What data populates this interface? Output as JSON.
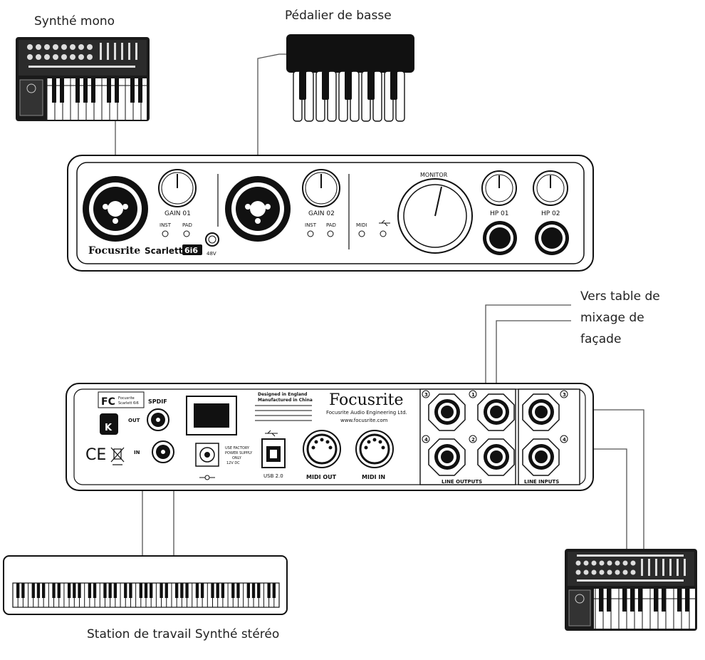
{
  "labels": {
    "mono_synth": "Synthé mono",
    "bass_pedal": "Pédalier de basse",
    "to_mixer_line1": "Vers table de",
    "to_mixer_line2": "mixage de",
    "to_mixer_line3": "façade",
    "workstation": "Station de travail Synthé stéréo"
  },
  "front_panel": {
    "brand": "Focusrite",
    "model": "Scarlett",
    "model_badge": "6i6",
    "gain1": "GAIN 01",
    "gain2": "GAIN 02",
    "inst": "INST",
    "pad": "PAD",
    "phantom": "48V",
    "midi": "MIDI",
    "monitor": "MONITOR",
    "hp1": "HP 01",
    "hp2": "HP 02"
  },
  "rear_panel": {
    "brand": "Focusrite",
    "company": "Focusrite Audio Engineering Ltd.",
    "website": "www.focusrite.com",
    "design_line1": "Designed in England",
    "design_line2": "Manufactured in China",
    "fc_line1": "Focusrite",
    "fc_line2": "Scarlett 6i6",
    "spdif": "SPDIF",
    "out": "OUT",
    "in": "IN",
    "power_line1": "USE FACTORY",
    "power_line2": "POWER SUPPLY",
    "power_line3": "ONLY",
    "power_line4": "12V DC",
    "usb": "USB 2.0",
    "midi_out": "MIDI OUT",
    "midi_in": "MIDI IN",
    "line_outputs": "LINE OUTPUTS",
    "line_inputs": "LINE INPUTS",
    "n1": "1",
    "n2": "2",
    "n3": "3",
    "n4": "4"
  }
}
